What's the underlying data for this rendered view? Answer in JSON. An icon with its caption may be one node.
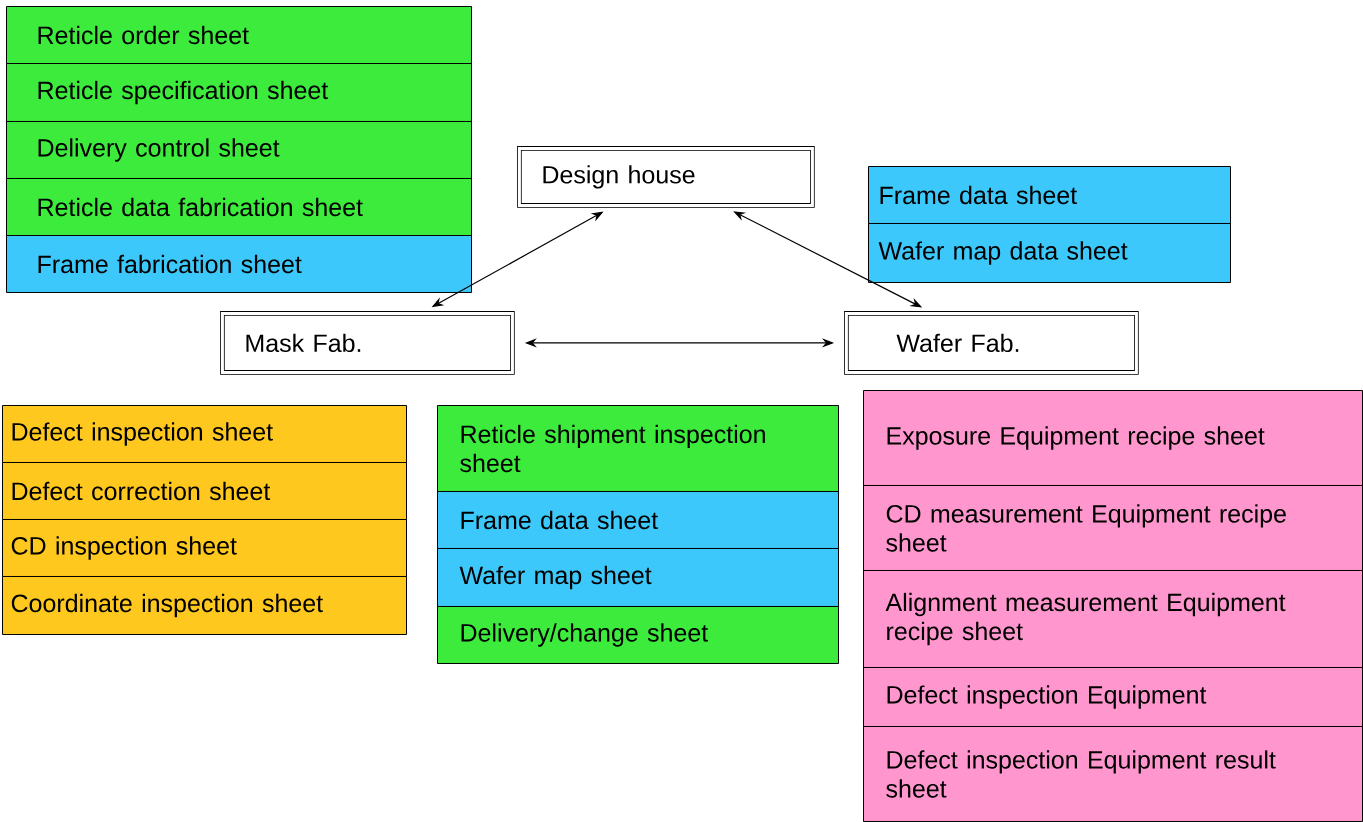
{
  "diagram": {
    "nodes": [
      {
        "text": [
          "Design house"
        ]
      },
      {
        "text": [
          "Mask Fab."
        ]
      },
      {
        "text": [
          "Wafer Fab."
        ]
      },
      {
        "text": [
          "Reticle order sheet"
        ]
      },
      {
        "text": [
          "Reticle specification sheet"
        ]
      },
      {
        "text": [
          "Delivery control sheet"
        ]
      },
      {
        "text": [
          "Reticle data fabrication sheet"
        ]
      },
      {
        "text": [
          "Frame fabrication sheet"
        ]
      },
      {
        "text": [
          "Frame data sheet"
        ]
      },
      {
        "text": [
          "Wafer map data sheet"
        ]
      },
      {
        "text": [
          "Defect inspection sheet"
        ]
      },
      {
        "text": [
          "Defect correction sheet"
        ]
      },
      {
        "text": [
          "CD inspection sheet"
        ]
      },
      {
        "text": [
          "Coordinate inspection sheet"
        ]
      },
      {
        "text": [
          "Reticle shipment inspection sheet"
        ]
      },
      {
        "text": [
          "Frame data sheet"
        ]
      },
      {
        "text": [
          "Wafer map sheet"
        ]
      },
      {
        "text": [
          "Delivery/change sheet"
        ]
      },
      {
        "text": [
          "Exposure Equipment recipe sheet"
        ]
      },
      {
        "text": [
          "CD measurement Equipment recipe sheet"
        ]
      },
      {
        "text": [
          "Alignment measurement Equipment recipe sheet"
        ]
      },
      {
        "text": [
          "Defect inspection Equipment"
        ]
      },
      {
        "text": [
          "Defect inspection Equipment result sheet"
        ]
      }
    ],
    "edges": [
      {
        "from": 0,
        "to": 1,
        "arrow": "both"
      },
      {
        "from": 0,
        "to": 2,
        "arrow": "both"
      },
      {
        "from": 1,
        "to": 2,
        "arrow": "both"
      }
    ]
  }
}
